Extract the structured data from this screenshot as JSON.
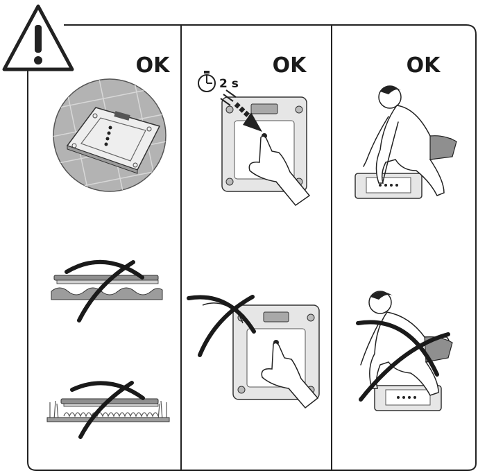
{
  "panels": [
    {
      "ok_label": "OK"
    },
    {
      "ok_label": "OK",
      "timer_label": "2 s"
    },
    {
      "ok_label": "OK"
    }
  ],
  "icons": {
    "warning": "warning-triangle-icon",
    "stopwatch": "stopwatch-icon"
  },
  "colors": {
    "line": "#222222",
    "floor": "#b3b3b3",
    "scale_body": "#e6e6e6",
    "gray_fill": "#8f8f8f"
  }
}
